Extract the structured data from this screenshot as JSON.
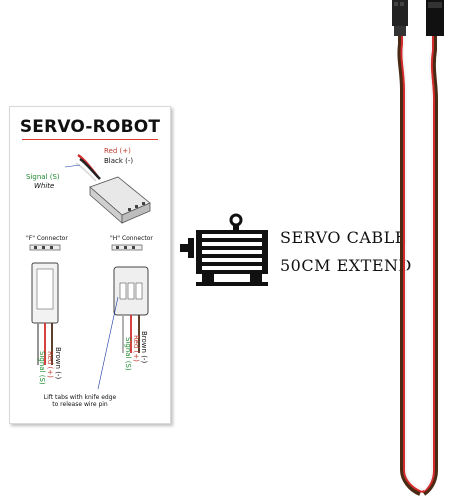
{
  "card": {
    "title": "SERVO-ROBOT",
    "wire_red": "Red (+)",
    "wire_black": "Black (-)",
    "signal": "Signal (S)",
    "signal_color": "White",
    "f_connector": "\"F\" Connector",
    "h_connector": "\"H\" Connector",
    "f_brown": "Brown (-)",
    "f_red": "Red (+)",
    "f_signal": "Signal (S)",
    "h_brown": "Brown (-)",
    "h_red": "Red (+)",
    "h_signal": "Signal (S)",
    "caption_line1": "Lift tabs with knife edge",
    "caption_line2": "to release wire pin"
  },
  "product": {
    "line1": "SERVO CABLE",
    "line2": "50CM EXTEND"
  },
  "icons": {
    "motor": "motor-icon",
    "connector": "servo-connector-icon"
  },
  "colors": {
    "red_wire": "#d22b2b",
    "brown_wire": "#4a2a14",
    "white_wire": "#f4f4f4",
    "accent_green": "#1e8b2e"
  }
}
